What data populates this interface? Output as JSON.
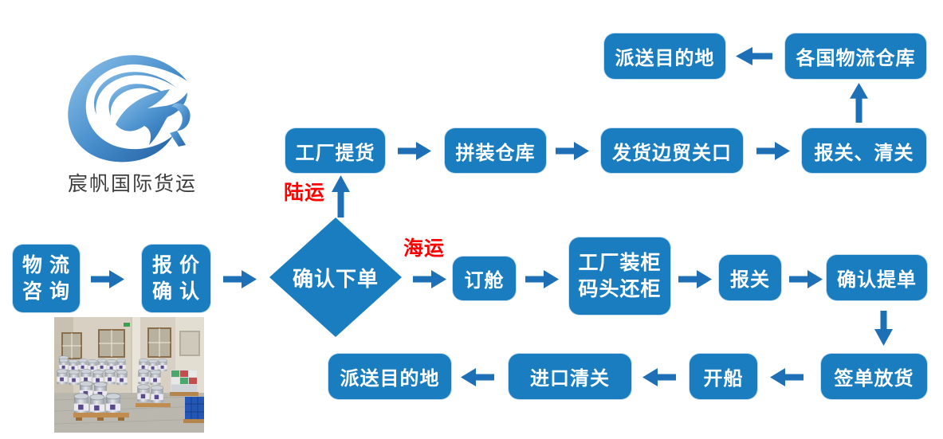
{
  "logo": {
    "company_name": "宸帆国际货运"
  },
  "colors": {
    "box_blue": "#1a7dc0",
    "arrow_blue": "#1e70b6",
    "route_red": "#ff0000",
    "logo_light": "#8fc3ea",
    "logo_dark": "#1c5a9d"
  },
  "flow": {
    "labels": {
      "land_route": "陆运",
      "sea_route": "海运"
    },
    "nodes": {
      "logistics_consult": {
        "line1": "物 流",
        "line2": "咨 询"
      },
      "quote_confirm": {
        "line1": "报 价",
        "line2": "确 认"
      },
      "confirm_order": {
        "label": "确认下单"
      },
      "factory_pickup": {
        "label": "工厂提货"
      },
      "consolidation_warehouse": {
        "label": "拼装仓库"
      },
      "border_trade_port": {
        "label": "发货边贸关口"
      },
      "customs_declare_clear": {
        "label": "报关、清关"
      },
      "overseas_warehouses": {
        "label": "各国物流仓库"
      },
      "deliver_destination_land": {
        "label": "派送目的地"
      },
      "booking": {
        "label": "订舱"
      },
      "factory_container": {
        "line1": "工厂装柜",
        "line2": "码头还柜"
      },
      "export_declare": {
        "label": "报关"
      },
      "confirm_bl": {
        "label": "确认提单"
      },
      "sign_release": {
        "label": "签单放货"
      },
      "ship_departure": {
        "label": "开船"
      },
      "import_clearance": {
        "label": "进口清关"
      },
      "deliver_destination_sea": {
        "label": "派送目的地"
      }
    }
  },
  "photo": {
    "description": "仓库内堆放的油漆桶与蓝色胶桶"
  }
}
